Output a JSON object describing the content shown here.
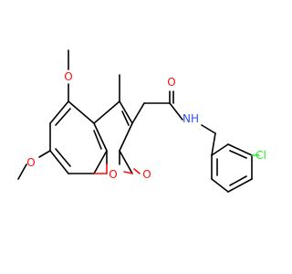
{
  "molecule": {
    "labels": {
      "oxygen": "O",
      "nitrogen_h": "NH",
      "chlorine": "Cl"
    },
    "colors": {
      "carbon_bond": "#000000",
      "oxygen": "#ff0d0d",
      "nitrogen": "#3050f8",
      "chlorine": "#1ff01f",
      "background": "#ffffff"
    }
  }
}
